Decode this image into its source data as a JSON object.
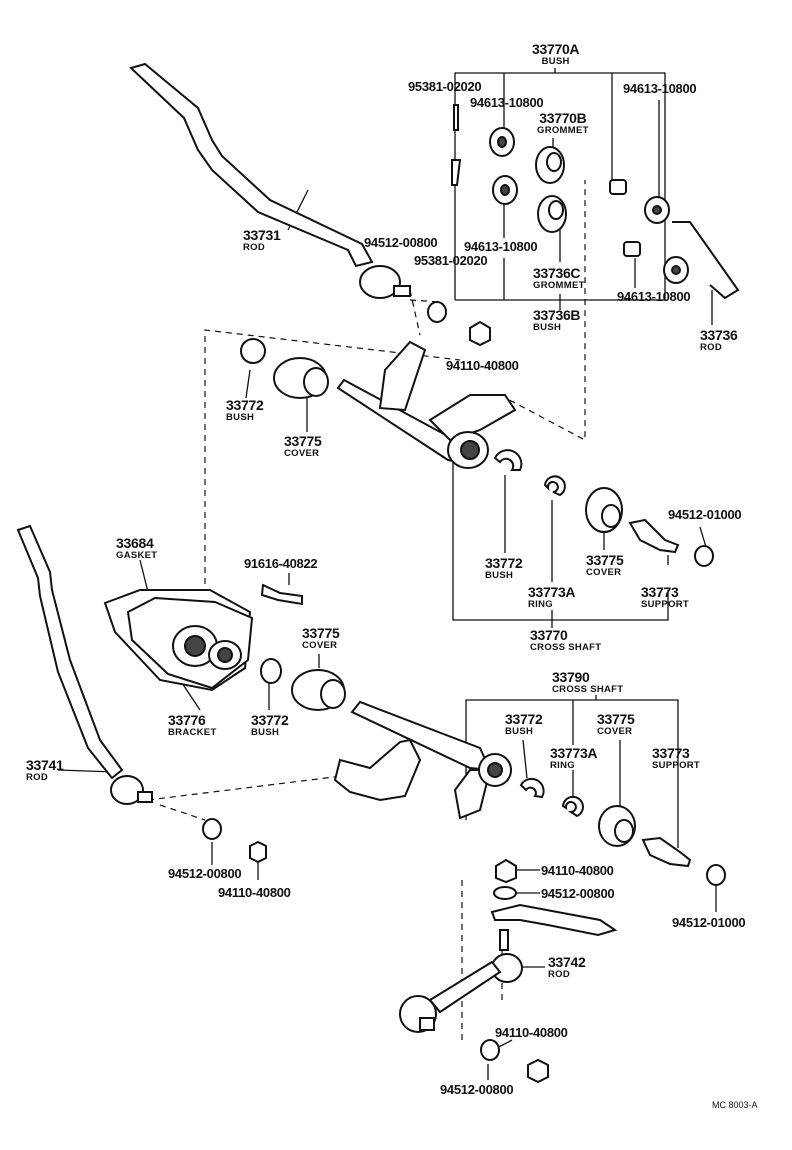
{
  "labels": {
    "p33770A": {
      "num": "33770A",
      "name": "BUSH"
    },
    "p95381a": {
      "num": "95381-02020"
    },
    "p94613a": {
      "num": "94613-10800"
    },
    "p94613b": {
      "num": "94613-10800"
    },
    "p33770B": {
      "num": "33770B",
      "name": "GROMMET"
    },
    "p33731": {
      "num": "33731",
      "name": "ROD"
    },
    "p94512a": {
      "num": "94512-00800"
    },
    "p94613c": {
      "num": "94613-10800"
    },
    "p95381b": {
      "num": "95381-02020"
    },
    "p33736C": {
      "num": "33736C",
      "name": "GROMMET"
    },
    "p94613d": {
      "num": "94613-10800"
    },
    "p33736B": {
      "num": "33736B",
      "name": "BUSH"
    },
    "p33736": {
      "num": "33736",
      "name": "ROD"
    },
    "p94110a": {
      "num": "94110-40800"
    },
    "p33772a": {
      "num": "33772",
      "name": "BUSH"
    },
    "p33775a": {
      "num": "33775",
      "name": "COVER"
    },
    "p94512b": {
      "num": "94512-01000"
    },
    "p33684": {
      "num": "33684",
      "name": "GASKET"
    },
    "p91616": {
      "num": "91616-40822"
    },
    "p33772b": {
      "num": "33772",
      "name": "BUSH"
    },
    "p33775b": {
      "num": "33775",
      "name": "COVER"
    },
    "p33773Aa": {
      "num": "33773A",
      "name": "RING"
    },
    "p33773a": {
      "num": "33773",
      "name": "SUPPORT"
    },
    "p33770": {
      "num": "33770",
      "name": "CROSS SHAFT"
    },
    "p33775c": {
      "num": "33775",
      "name": "COVER"
    },
    "p33776": {
      "num": "33776",
      "name": "BRACKET"
    },
    "p33772c": {
      "num": "33772",
      "name": "BUSH"
    },
    "p33790": {
      "num": "33790",
      "name": "CROSS SHAFT"
    },
    "p33772d": {
      "num": "33772",
      "name": "BUSH"
    },
    "p33775d": {
      "num": "33775",
      "name": "COVER"
    },
    "p33773Ab": {
      "num": "33773A",
      "name": "RING"
    },
    "p33773b": {
      "num": "33773",
      "name": "SUPPORT"
    },
    "p33741": {
      "num": "33741",
      "name": "ROD"
    },
    "p94110b": {
      "num": "94110-40800"
    },
    "p94512c": {
      "num": "94512-00800"
    },
    "p94512d": {
      "num": "94512-00800"
    },
    "p94110c": {
      "num": "94110-40800"
    },
    "p94512e": {
      "num": "94512-01000"
    },
    "p33742": {
      "num": "33742",
      "name": "ROD"
    },
    "p94110d": {
      "num": "94110-40800"
    },
    "p94512f": {
      "num": "94512-00800"
    }
  },
  "footer": {
    "code": "MC 8003-A"
  }
}
